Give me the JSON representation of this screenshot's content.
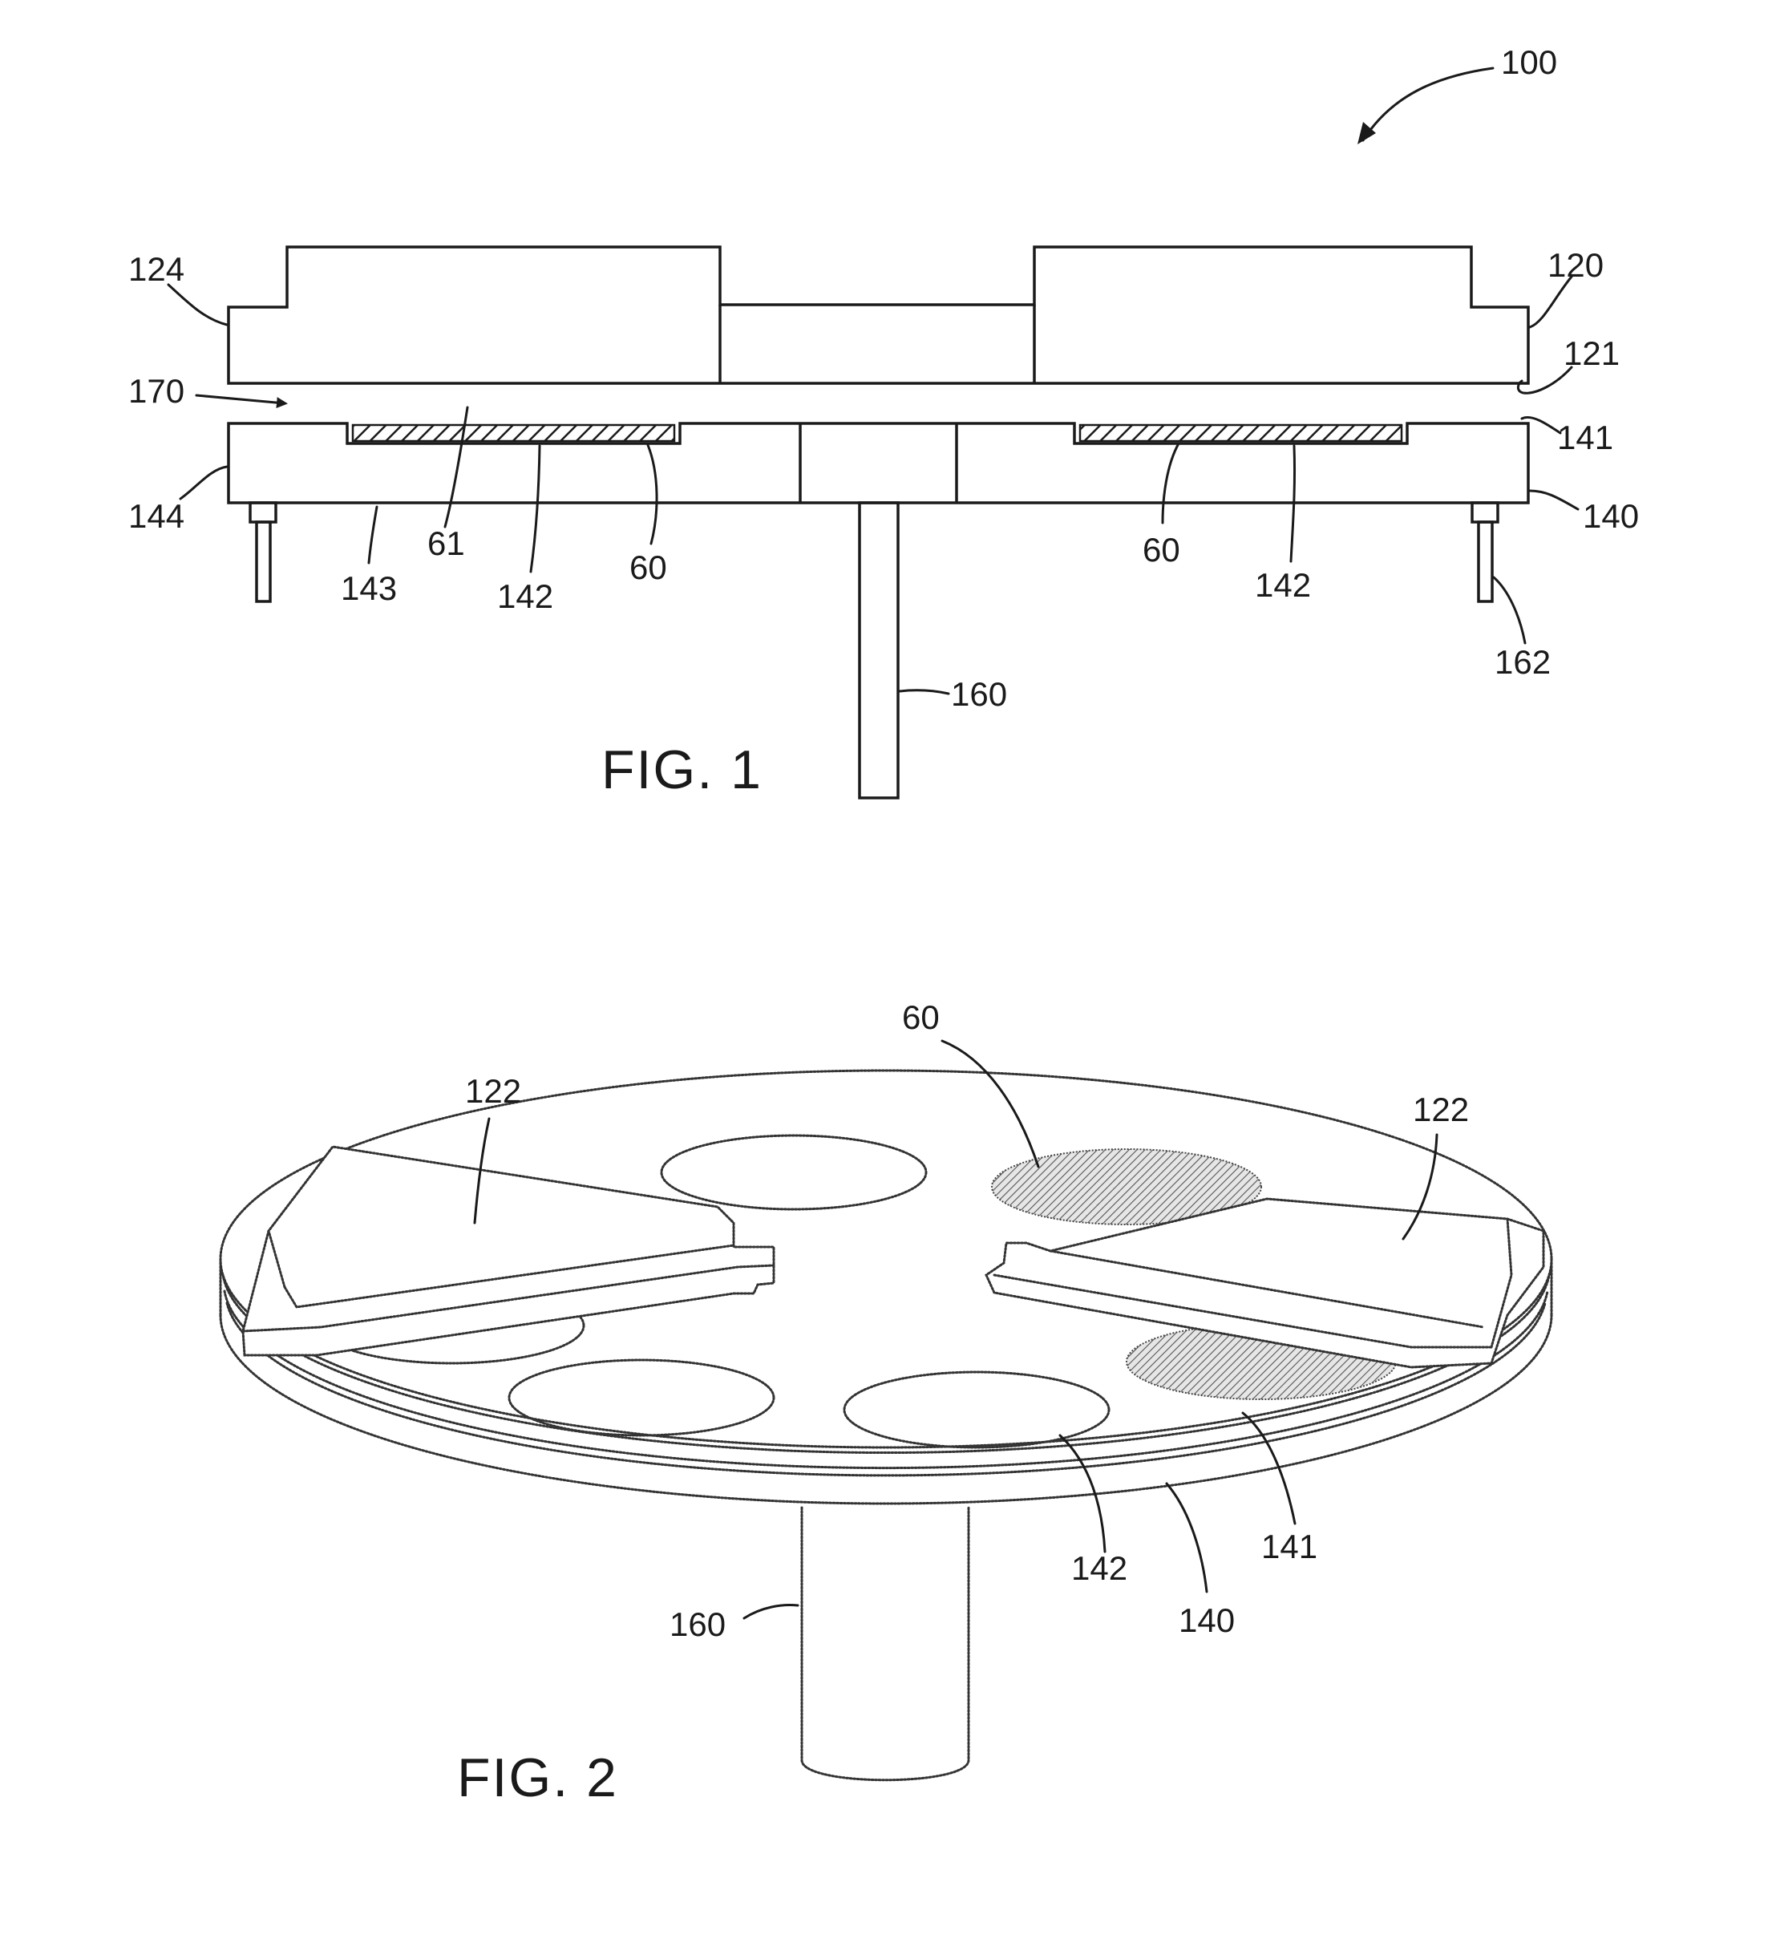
{
  "fig1": {
    "caption": "FIG. 1",
    "labels": {
      "assembly": "100",
      "upper_edge_left": "124",
      "upper_body": "120",
      "upper_surface": "121",
      "flow": "170",
      "lower_surface": "141",
      "lower_edge_left": "144",
      "lower_body": "140",
      "bottom_surface": "143",
      "gap_surface": "61",
      "recess_left": "142",
      "wafer_left": "60",
      "wafer_right": "60",
      "recess_right": "142",
      "shaft": "160",
      "pin": "162"
    }
  },
  "fig2": {
    "caption": "FIG. 2",
    "labels": {
      "wafer": "60",
      "arm_left": "122",
      "arm_right": "122",
      "recess": "142",
      "surface": "141",
      "platter": "140",
      "shaft": "160"
    }
  },
  "colors": {
    "line": "#1a1a1a",
    "hatch": "#1a1a1a",
    "background": "#ffffff"
  }
}
